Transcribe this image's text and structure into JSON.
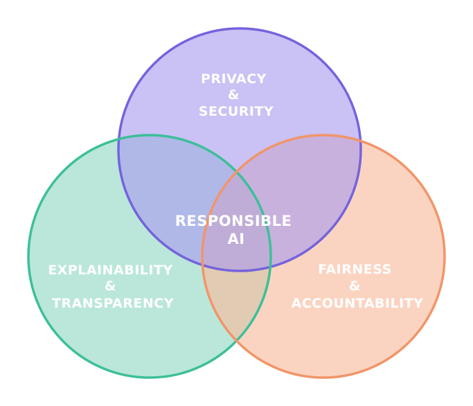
{
  "diagram": {
    "circles": [
      {
        "id": "top",
        "lines": [
          "PRIVACY",
          "&",
          "SECURITY"
        ],
        "fill": "#a99bef",
        "stroke": "#7563dc"
      },
      {
        "id": "left",
        "lines": [
          "EXPLAINABILITY",
          "&",
          "TRANSPARENCY"
        ],
        "fill": "#8fd9c4",
        "stroke": "#3cbf98"
      },
      {
        "id": "right",
        "lines": [
          "FAIRNESS",
          "&",
          "ACCOUNTABILITY"
        ],
        "fill": "#f8b99b",
        "stroke": "#f19568"
      }
    ],
    "center": {
      "lines": [
        "RESPONSIBLE",
        "AI"
      ]
    },
    "text_color": "#ffffff"
  }
}
